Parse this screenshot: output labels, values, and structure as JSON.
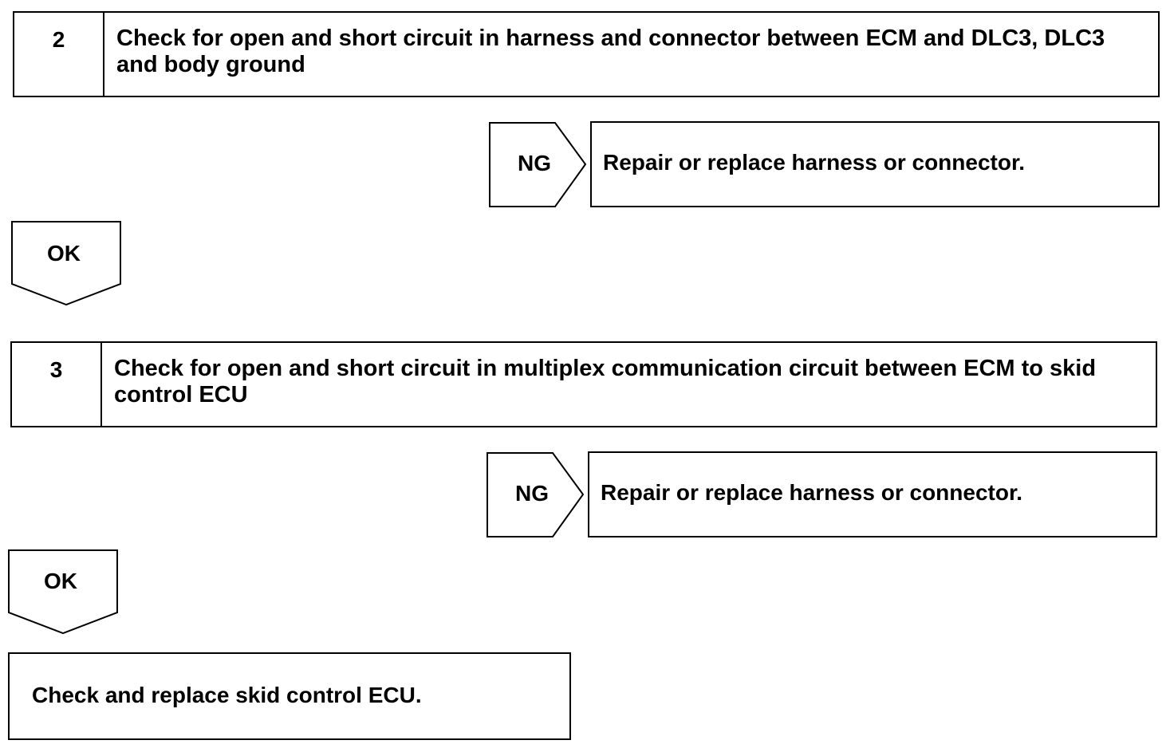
{
  "steps": [
    {
      "number": "2",
      "title": "Check for open and short circuit in harness and connector between ECM and DLC3, DLC3 and body ground",
      "ng_label": "NG",
      "ng_action": "Repair or replace harness or connector.",
      "ok_label": "OK"
    },
    {
      "number": "3",
      "title": "Check for open and short circuit in multiplex communication circuit between ECM to skid control ECU",
      "ng_label": "NG",
      "ng_action": "Repair or replace harness or connector.",
      "ok_label": "OK"
    }
  ],
  "final_action": "Check and replace skid control ECU."
}
